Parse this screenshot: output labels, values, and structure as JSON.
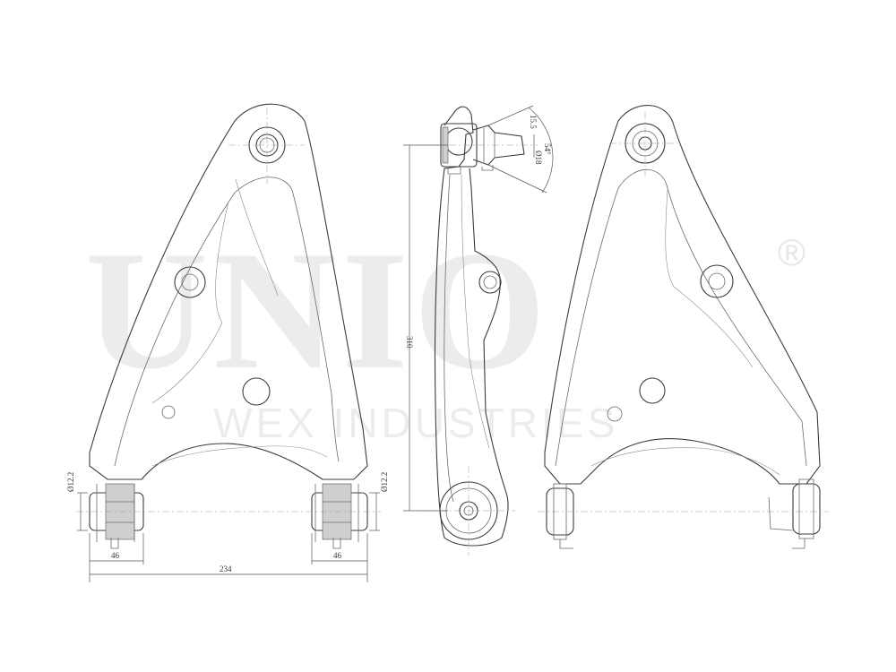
{
  "watermark": {
    "brand": "UNIO",
    "registered": "®",
    "company": "WEX INDUSTRIES"
  },
  "dimensions": {
    "bushing_width_left": "46",
    "bushing_width_right": "46",
    "overall_width": "234",
    "bushing_diameter_left": "Ø12.2",
    "bushing_diameter_right": "Ø12.2",
    "height": "310",
    "balljoint_offset": "15.5",
    "balljoint_diameter": "Ø18",
    "taper_angle": "54°"
  }
}
